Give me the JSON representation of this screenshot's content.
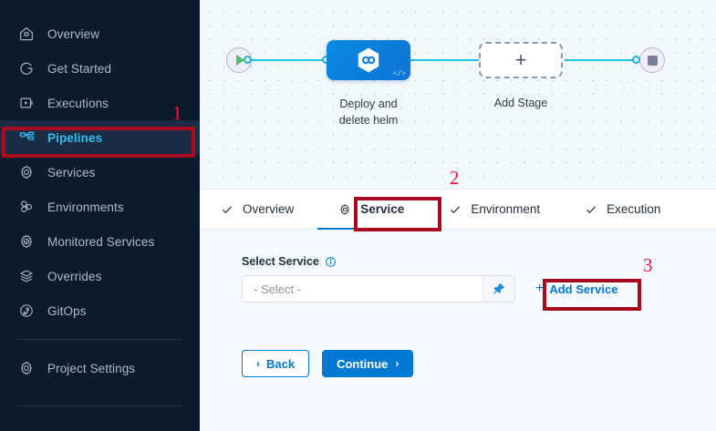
{
  "sidebar": {
    "items": [
      {
        "label": "Overview",
        "icon": "home-icon",
        "active": false
      },
      {
        "label": "Get Started",
        "icon": "get-started-icon",
        "active": false
      },
      {
        "label": "Executions",
        "icon": "executions-icon",
        "active": false
      },
      {
        "label": "Pipelines",
        "icon": "pipelines-icon",
        "active": true
      },
      {
        "label": "Services",
        "icon": "gear-icon",
        "active": false
      },
      {
        "label": "Environments",
        "icon": "environments-icon",
        "active": false
      },
      {
        "label": "Monitored Services",
        "icon": "monitored-services-icon",
        "active": false
      },
      {
        "label": "Overrides",
        "icon": "layers-icon",
        "active": false
      },
      {
        "label": "GitOps",
        "icon": "gitops-icon",
        "active": false
      }
    ],
    "footer": {
      "label": "Project Settings",
      "icon": "gear-icon"
    }
  },
  "canvas": {
    "start_node": {
      "name": "start-node",
      "icon": "play-icon"
    },
    "end_node": {
      "name": "end-node",
      "icon": "stop-icon"
    },
    "stage": {
      "label": "Deploy and\ndelete helm",
      "label_line1": "Deploy and",
      "label_line2": "delete helm",
      "icon": "helm-icon",
      "code_glyph": "</>"
    },
    "add_stage": {
      "label": "Add Stage",
      "plus": "+"
    }
  },
  "tabs": [
    {
      "label": "Overview",
      "icon": "check-icon",
      "active": false
    },
    {
      "label": "Service",
      "icon": "gear-icon",
      "active": true
    },
    {
      "label": "Environment",
      "icon": "check-icon",
      "active": false
    },
    {
      "label": "Execution",
      "icon": "check-icon",
      "active": false
    }
  ],
  "form": {
    "select_service_label": "Select Service",
    "select_placeholder": "- Select -",
    "pin_icon": "pin-icon",
    "info_icon": "info-icon",
    "add_service_label": "Add Service",
    "add_service_plus": "+",
    "back_label": "Back",
    "back_chevron": "‹",
    "continue_label": "Continue",
    "continue_chevron": "›"
  },
  "annotations": [
    {
      "number": "1",
      "target": "sidebar-item-pipelines"
    },
    {
      "number": "2",
      "target": "tab-service"
    },
    {
      "number": "3",
      "target": "add-service-button"
    }
  ],
  "colors": {
    "sidebar_bg": "#0b1b2d",
    "active_nav_bg": "#1a2b44",
    "active_nav_text": "#32bdf0",
    "accent_blue": "#0278d5",
    "pipe_cyan": "#21c3e8",
    "annotation_red": "#f4102e",
    "annotation_box": "#a80a1e",
    "content_bg": "#f4faff"
  }
}
